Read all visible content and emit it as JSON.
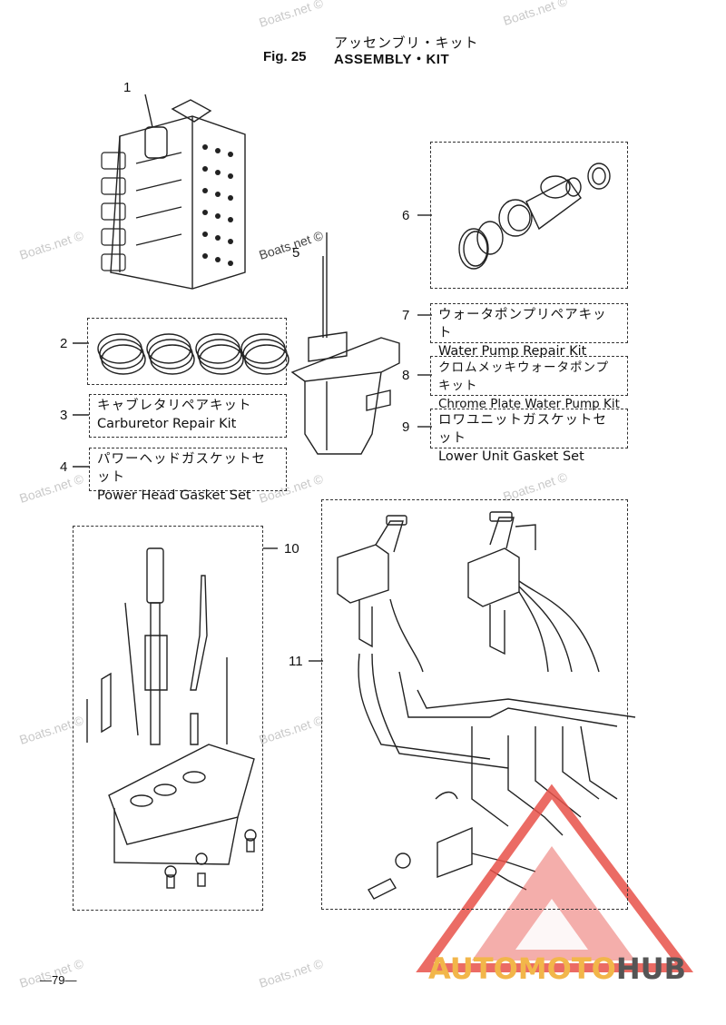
{
  "header": {
    "title_jp": "アッセンブリ・キット",
    "fig_label": "Fig. 25",
    "title_en": "ASSEMBLY・KIT"
  },
  "callouts": [
    "1",
    "2",
    "3",
    "4",
    "5",
    "6",
    "7",
    "8",
    "9",
    "10",
    "11"
  ],
  "kits": [
    {
      "jp": "キャブレタリペアキット",
      "en": "Carburetor Repair Kit"
    },
    {
      "jp": "パワーヘッドガスケットセット",
      "en": "Power Head Gasket Set"
    },
    {
      "jp": "ウォータポンプリペアキット",
      "en": "Water Pump Repair Kit"
    },
    {
      "jp": "クロムメッキウォータポンプキット",
      "en": "Chrome Plate Water Pump Kit"
    },
    {
      "jp": "ロワユニットガスケットセット",
      "en": "Lower Unit Gasket Set"
    }
  ],
  "watermark": "Boats.net ©",
  "page_number": "—79—",
  "logo": {
    "part1": "AUTOMOTO",
    "part2": "HUB",
    "color_accent": "#f2b64a",
    "color_dark": "#555555",
    "triangle_color": "#e8524a"
  }
}
